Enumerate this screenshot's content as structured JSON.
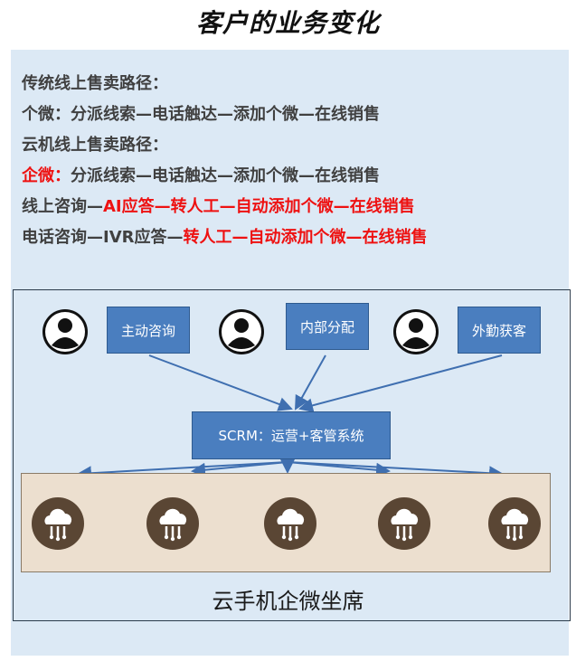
{
  "title": "客户的业务变化",
  "lines": [
    {
      "parts": [
        {
          "text": "传统线上售卖路径：",
          "red": false
        }
      ]
    },
    {
      "parts": [
        {
          "text": "个微：分派线索—电话触达—添加个微—在线销售",
          "red": false
        }
      ]
    },
    {
      "parts": [
        {
          "text": "云机线上售卖路径：",
          "red": false
        }
      ]
    },
    {
      "parts": [
        {
          "text": "企微：",
          "red": true
        },
        {
          "text": "分派线索—电话触达—添加个微—在线销售",
          "red": false
        }
      ]
    },
    {
      "parts": [
        {
          "text": "线上咨询—",
          "red": false
        },
        {
          "text": "AI应答—转人工—自动添加个微—在线销售",
          "red": true
        }
      ]
    },
    {
      "parts": [
        {
          "text": "电话咨询—IVR应答—",
          "red": false
        },
        {
          "text": "转人工—自动添加个微—在线销售",
          "red": true
        }
      ]
    }
  ],
  "sources": [
    {
      "label": "主动咨询",
      "icon": "user-icon"
    },
    {
      "label": "内部分配",
      "icon": "user-icon"
    },
    {
      "label": "外勤获客",
      "icon": "user-icon"
    }
  ],
  "scrm_label": "SCRM：运营+客管系统",
  "seats": [
    {
      "icon": "cloud-phone-icon"
    },
    {
      "icon": "cloud-phone-icon"
    },
    {
      "icon": "cloud-phone-icon"
    },
    {
      "icon": "cloud-phone-icon"
    },
    {
      "icon": "cloud-phone-icon"
    }
  ],
  "caption": "云手机企微坐席",
  "colors": {
    "panel": "#dce9f5",
    "blue_box": "#4a7ebf",
    "arrow": "#3f6fb0",
    "red_text": "#ee1111",
    "seat_icon": "#5a4634",
    "seat_bar": "#ecdfcf"
  }
}
